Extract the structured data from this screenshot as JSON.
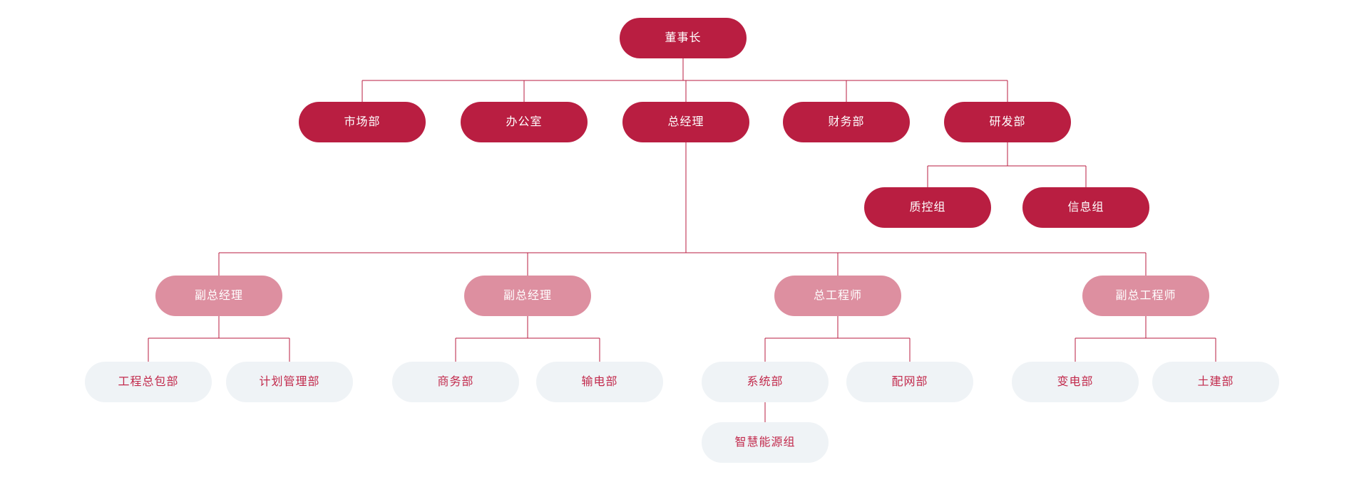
{
  "diagram": {
    "type": "org-chart",
    "direction": "top-down",
    "root_label": "董事长"
  },
  "colors": {
    "canvas": "#FFFFFF",
    "primary": "#B91E41",
    "secondary": "#DD8FA0",
    "tertiary": "#EFF3F6",
    "tertiary-text": "#C22A4C",
    "connector": "#B91E41"
  },
  "nodes": [
    {
      "id": "chairman",
      "label": "董事长",
      "level": "primary",
      "parent": null
    },
    {
      "id": "marketing-dept",
      "label": "市场部",
      "level": "primary",
      "parent": "chairman"
    },
    {
      "id": "office",
      "label": "办公室",
      "level": "primary",
      "parent": "chairman"
    },
    {
      "id": "general-manager",
      "label": "总经理",
      "level": "primary",
      "parent": "chairman"
    },
    {
      "id": "finance-dept",
      "label": "财务部",
      "level": "primary",
      "parent": "chairman"
    },
    {
      "id": "rd-dept",
      "label": "研发部",
      "level": "primary",
      "parent": "chairman"
    },
    {
      "id": "qc-group",
      "label": "质控组",
      "level": "primary",
      "parent": "rd-dept"
    },
    {
      "id": "info-group",
      "label": "信息组",
      "level": "primary",
      "parent": "rd-dept"
    },
    {
      "id": "deputy-gm-1",
      "label": "副总经理",
      "level": "secondary",
      "parent": "general-manager"
    },
    {
      "id": "deputy-gm-2",
      "label": "副总经理",
      "level": "secondary",
      "parent": "general-manager"
    },
    {
      "id": "chief-engineer",
      "label": "总工程师",
      "level": "secondary",
      "parent": "general-manager"
    },
    {
      "id": "deputy-chief-engineer",
      "label": "副总工程师",
      "level": "secondary",
      "parent": "general-manager"
    },
    {
      "id": "epc-dept",
      "label": "工程总包部",
      "level": "tertiary",
      "parent": "deputy-gm-1"
    },
    {
      "id": "planning-dept",
      "label": "计划管理部",
      "level": "tertiary",
      "parent": "deputy-gm-1"
    },
    {
      "id": "business-dept",
      "label": "商务部",
      "level": "tertiary",
      "parent": "deputy-gm-2"
    },
    {
      "id": "transmission-dept",
      "label": "输电部",
      "level": "tertiary",
      "parent": "deputy-gm-2"
    },
    {
      "id": "system-dept",
      "label": "系统部",
      "level": "tertiary",
      "parent": "chief-engineer"
    },
    {
      "id": "distribution-dept",
      "label": "配网部",
      "level": "tertiary",
      "parent": "chief-engineer"
    },
    {
      "id": "substation-dept",
      "label": "变电部",
      "level": "tertiary",
      "parent": "deputy-chief-engineer"
    },
    {
      "id": "civil-dept",
      "label": "土建部",
      "level": "tertiary",
      "parent": "deputy-chief-engineer"
    },
    {
      "id": "smart-energy-group",
      "label": "智慧能源组",
      "level": "tertiary",
      "parent": "system-dept"
    }
  ]
}
